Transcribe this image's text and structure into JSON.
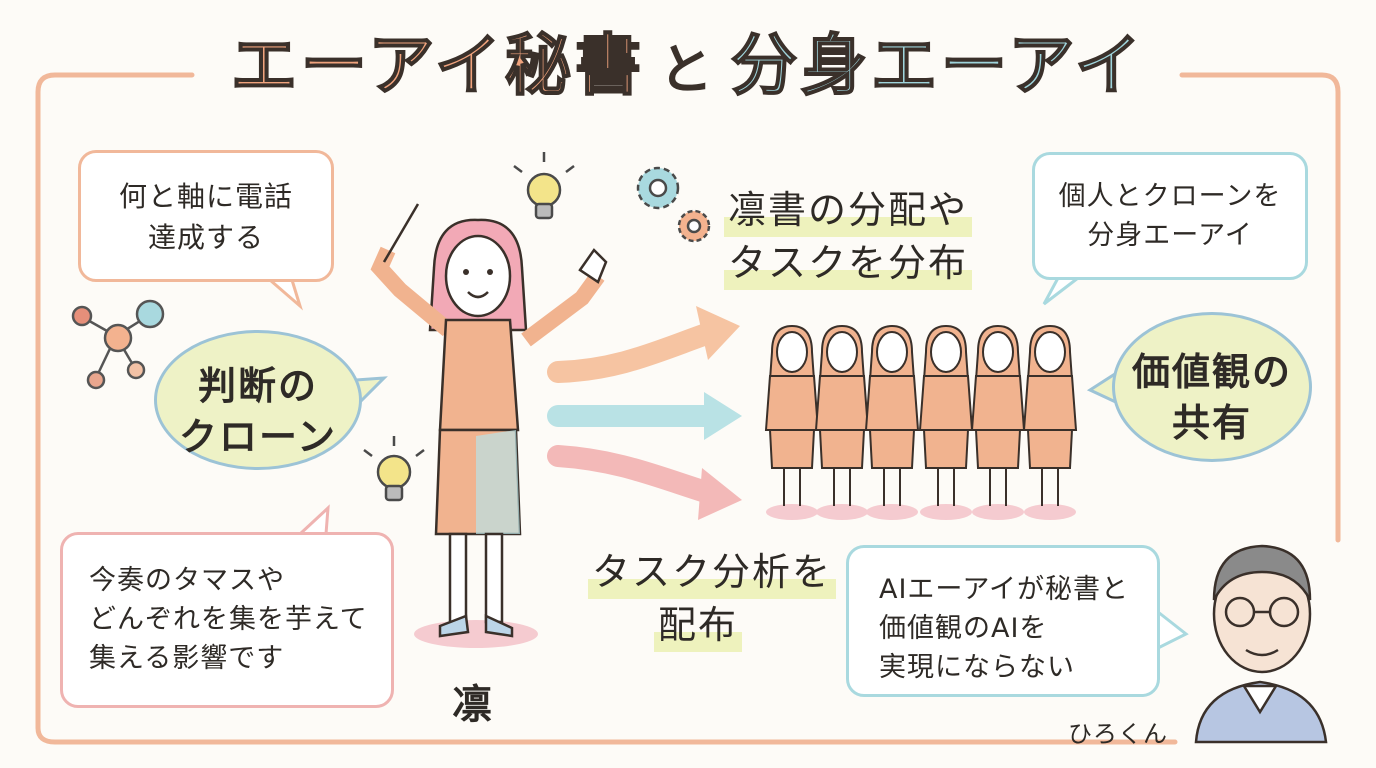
{
  "title": {
    "part1": "エーアイ秘書",
    "connector": "と",
    "part2": "分身エーアイ"
  },
  "bubbles": {
    "top_left": [
      "何と軸に電話",
      "達成する"
    ],
    "top_right": [
      "個人とクローンを",
      "分身エーアイ"
    ],
    "bottom_left": [
      "今奏のタマスや",
      "どんぞれを集を芋えて",
      "集える影響です"
    ],
    "bottom_right": [
      "AIエーアイが秘書と",
      "価値観のAIを",
      "実現にならない"
    ]
  },
  "ovals": {
    "left": [
      "判断の",
      "クローン"
    ],
    "right": [
      "価値観の",
      "共有"
    ]
  },
  "labels": {
    "top": [
      "凛書の分配や",
      "タスクを分布"
    ],
    "bottom": [
      "タスク分析を",
      "配布"
    ]
  },
  "names": {
    "main_character": "凛",
    "signature": "ひろくん"
  },
  "colors": {
    "frame_orange": "#f1b89a",
    "frame_blue": "#a9d9df",
    "arrow_orange": "#f6c4a2",
    "arrow_blue": "#b9e2e5",
    "arrow_pink": "#f3b9b8",
    "suit": "#f1b38f",
    "highlight": "#eef2bd"
  },
  "icons": [
    "network-icon",
    "gear-icon",
    "lightbulb-icon"
  ]
}
